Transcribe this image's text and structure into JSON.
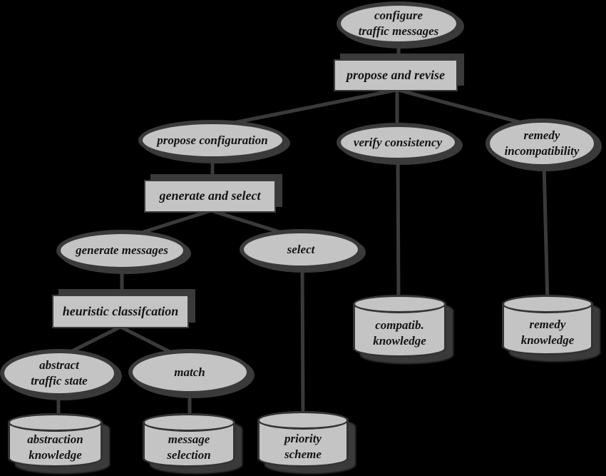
{
  "figure": {
    "background": "#000000",
    "shape_fill": "#c4c4c4",
    "shadow_color": "#3a3a3a",
    "text_color": "#141414"
  },
  "nodes": {
    "configure": {
      "label": "configure\ntraffic messages",
      "type": "task"
    },
    "propose_revise": {
      "label": "propose and revise",
      "type": "method"
    },
    "propose_config": {
      "label": "propose configuration",
      "type": "task"
    },
    "verify": {
      "label": "verify consistency",
      "type": "task"
    },
    "remedy_incompat": {
      "label": "remedy\nincompatibility",
      "type": "task"
    },
    "generate_select": {
      "label": "generate and select",
      "type": "method"
    },
    "generate_messages": {
      "label": "generate messages",
      "type": "task"
    },
    "select": {
      "label": "select",
      "type": "task"
    },
    "heuristic": {
      "label": "heuristic classifcation",
      "type": "method"
    },
    "abstract_traffic": {
      "label": "abstract\ntraffic state",
      "type": "task"
    },
    "match": {
      "label": "match",
      "type": "task"
    },
    "abstraction_kb": {
      "label": "abstraction\nknowledge",
      "type": "knowledge-store"
    },
    "message_selection_kb": {
      "label": "message\nselection",
      "type": "knowledge-store"
    },
    "priority_kb": {
      "label": "priority\nscheme",
      "type": "knowledge-store"
    },
    "compatib_kb": {
      "label": "compatib.\nknowledge",
      "type": "knowledge-store"
    },
    "remedy_kb": {
      "label": "remedy\nknowledge",
      "type": "knowledge-store"
    }
  },
  "edges": [
    {
      "from": "configure",
      "to": "propose_revise"
    },
    {
      "from": "propose_revise",
      "to": "propose_config"
    },
    {
      "from": "propose_revise",
      "to": "verify"
    },
    {
      "from": "propose_revise",
      "to": "remedy_incompat"
    },
    {
      "from": "propose_config",
      "to": "generate_select"
    },
    {
      "from": "generate_select",
      "to": "generate_messages"
    },
    {
      "from": "generate_select",
      "to": "select"
    },
    {
      "from": "generate_messages",
      "to": "heuristic"
    },
    {
      "from": "heuristic",
      "to": "abstract_traffic"
    },
    {
      "from": "heuristic",
      "to": "match"
    },
    {
      "from": "abstract_traffic",
      "to": "abstraction_kb"
    },
    {
      "from": "match",
      "to": "message_selection_kb"
    },
    {
      "from": "select",
      "to": "priority_kb"
    },
    {
      "from": "verify",
      "to": "compatib_kb"
    },
    {
      "from": "remedy_incompat",
      "to": "remedy_kb"
    }
  ]
}
